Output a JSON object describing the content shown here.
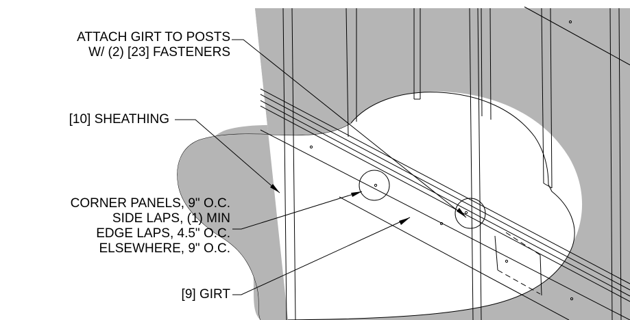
{
  "colors": {
    "sheathing_fill": "#b5b5b5",
    "line": "#000000",
    "background": "#ffffff"
  },
  "callouts": {
    "girt_to_posts": {
      "line1": "ATTACH GIRT TO POSTS",
      "line2": "W/ (2) [23] FASTENERS"
    },
    "sheathing": {
      "line1": "[10] SHEATHING"
    },
    "fastener_spacing": {
      "line1": "CORNER PANELS, 9\" O.C.",
      "line2": "SIDE LAPS, (1) MIN",
      "line3": "EDGE LAPS, 4.5\" O.C.",
      "line4": "ELSEWHERE, 9\" O.C."
    },
    "girt": {
      "line1": "[9] GIRT"
    }
  }
}
